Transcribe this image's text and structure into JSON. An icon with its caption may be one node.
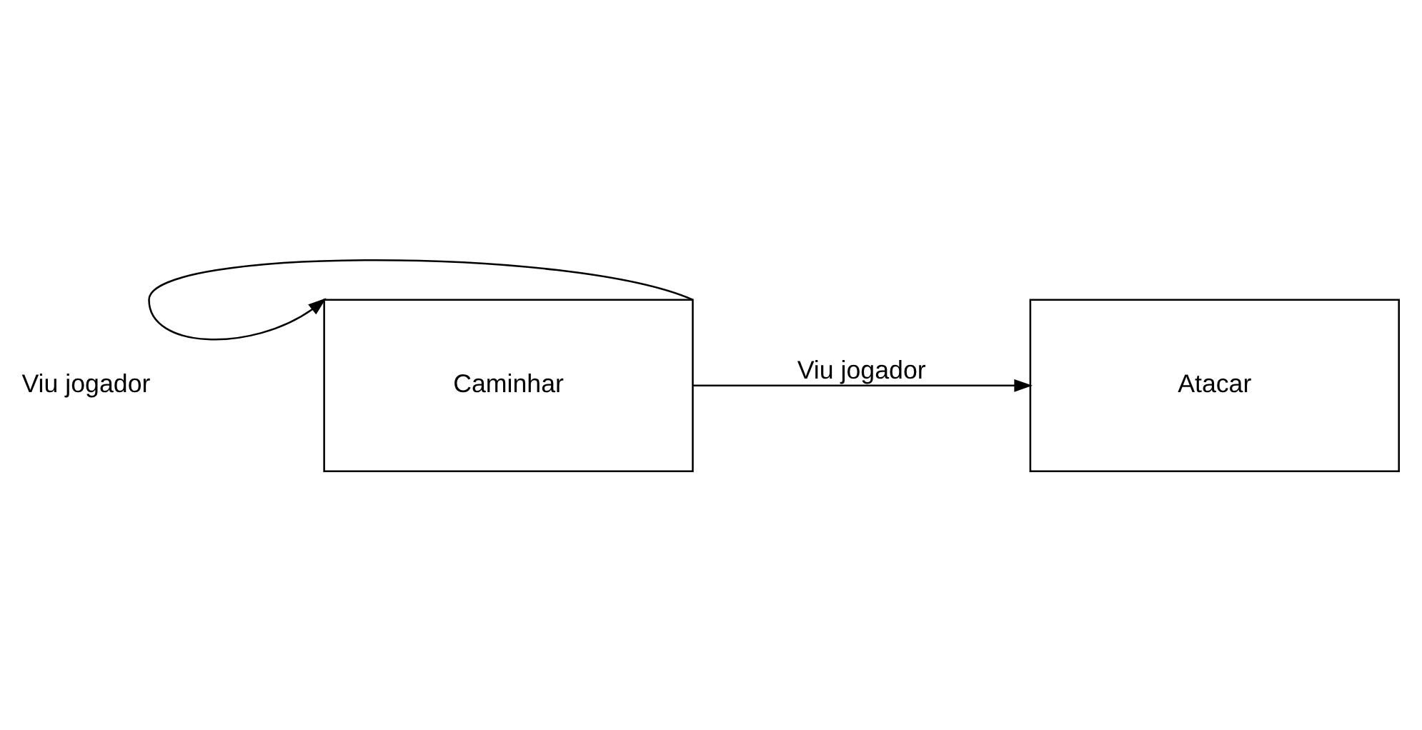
{
  "diagram": {
    "nodes": [
      {
        "text": [
          "Caminhar"
        ]
      },
      {
        "text": [
          "Atacar"
        ]
      }
    ],
    "edges": [
      {
        "from": 0,
        "to": 0,
        "arrow": "to",
        "label": "Viu jogador"
      },
      {
        "from": 0,
        "to": 1,
        "arrow": "to",
        "label": "Viu jogador"
      }
    ]
  }
}
